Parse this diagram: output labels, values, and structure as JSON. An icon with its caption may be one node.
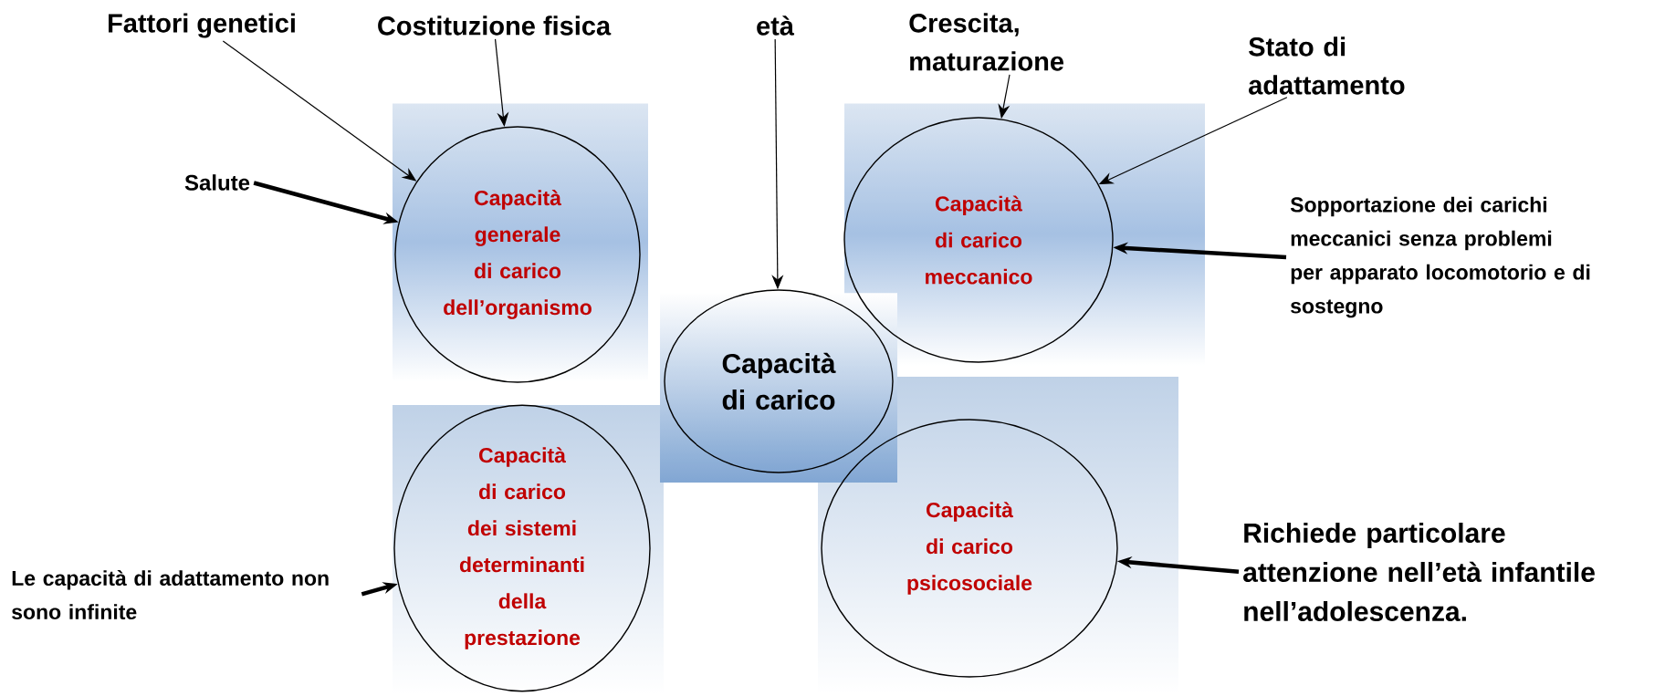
{
  "diagram": {
    "nodes": [
      {
        "text": [
          "Fattori genetici"
        ]
      },
      {
        "text": [
          "Costituzione fisica"
        ]
      },
      {
        "text": [
          "età"
        ]
      },
      {
        "text": [
          "Crescita, maturazione"
        ]
      },
      {
        "text": [
          "Stato di adattamento"
        ]
      },
      {
        "text": [
          "Salute"
        ]
      },
      {
        "text": [
          "Capacità generale di carico dell’organismo"
        ]
      },
      {
        "text": [
          "Capacità di carico meccanico"
        ]
      },
      {
        "text": [
          "Sopportazione dei carichi meccanici senza problemi per apparato locomotorio e di sostegno"
        ]
      },
      {
        "text": [
          "Capacità di carico"
        ]
      },
      {
        "text": [
          "Capacità di carico dei sistemi determinanti della prestazione"
        ]
      },
      {
        "text": [
          "Capacità di carico psicosociale"
        ]
      },
      {
        "text": [
          "Richiede particolare attenzione nell’età infantile nell’adolescenza."
        ]
      },
      {
        "text": [
          "Le capacità di adattamento non sono infinite"
        ]
      }
    ],
    "edges": [
      {
        "from": 0,
        "to": 6,
        "arrow": "to"
      },
      {
        "from": 1,
        "to": 6,
        "arrow": "to"
      },
      {
        "from": 2,
        "to": 9,
        "arrow": "to"
      },
      {
        "from": 3,
        "to": 7,
        "arrow": "to"
      },
      {
        "from": 4,
        "to": 7,
        "arrow": "to"
      },
      {
        "from": 5,
        "to": 6,
        "arrow": "to",
        "style": "thick"
      },
      {
        "from": 8,
        "to": 7,
        "arrow": "to",
        "style": "thick"
      },
      {
        "from": 12,
        "to": 11,
        "arrow": "to",
        "style": "thick"
      },
      {
        "from": 13,
        "to": 10,
        "arrow": "to",
        "style": "thick"
      }
    ]
  }
}
